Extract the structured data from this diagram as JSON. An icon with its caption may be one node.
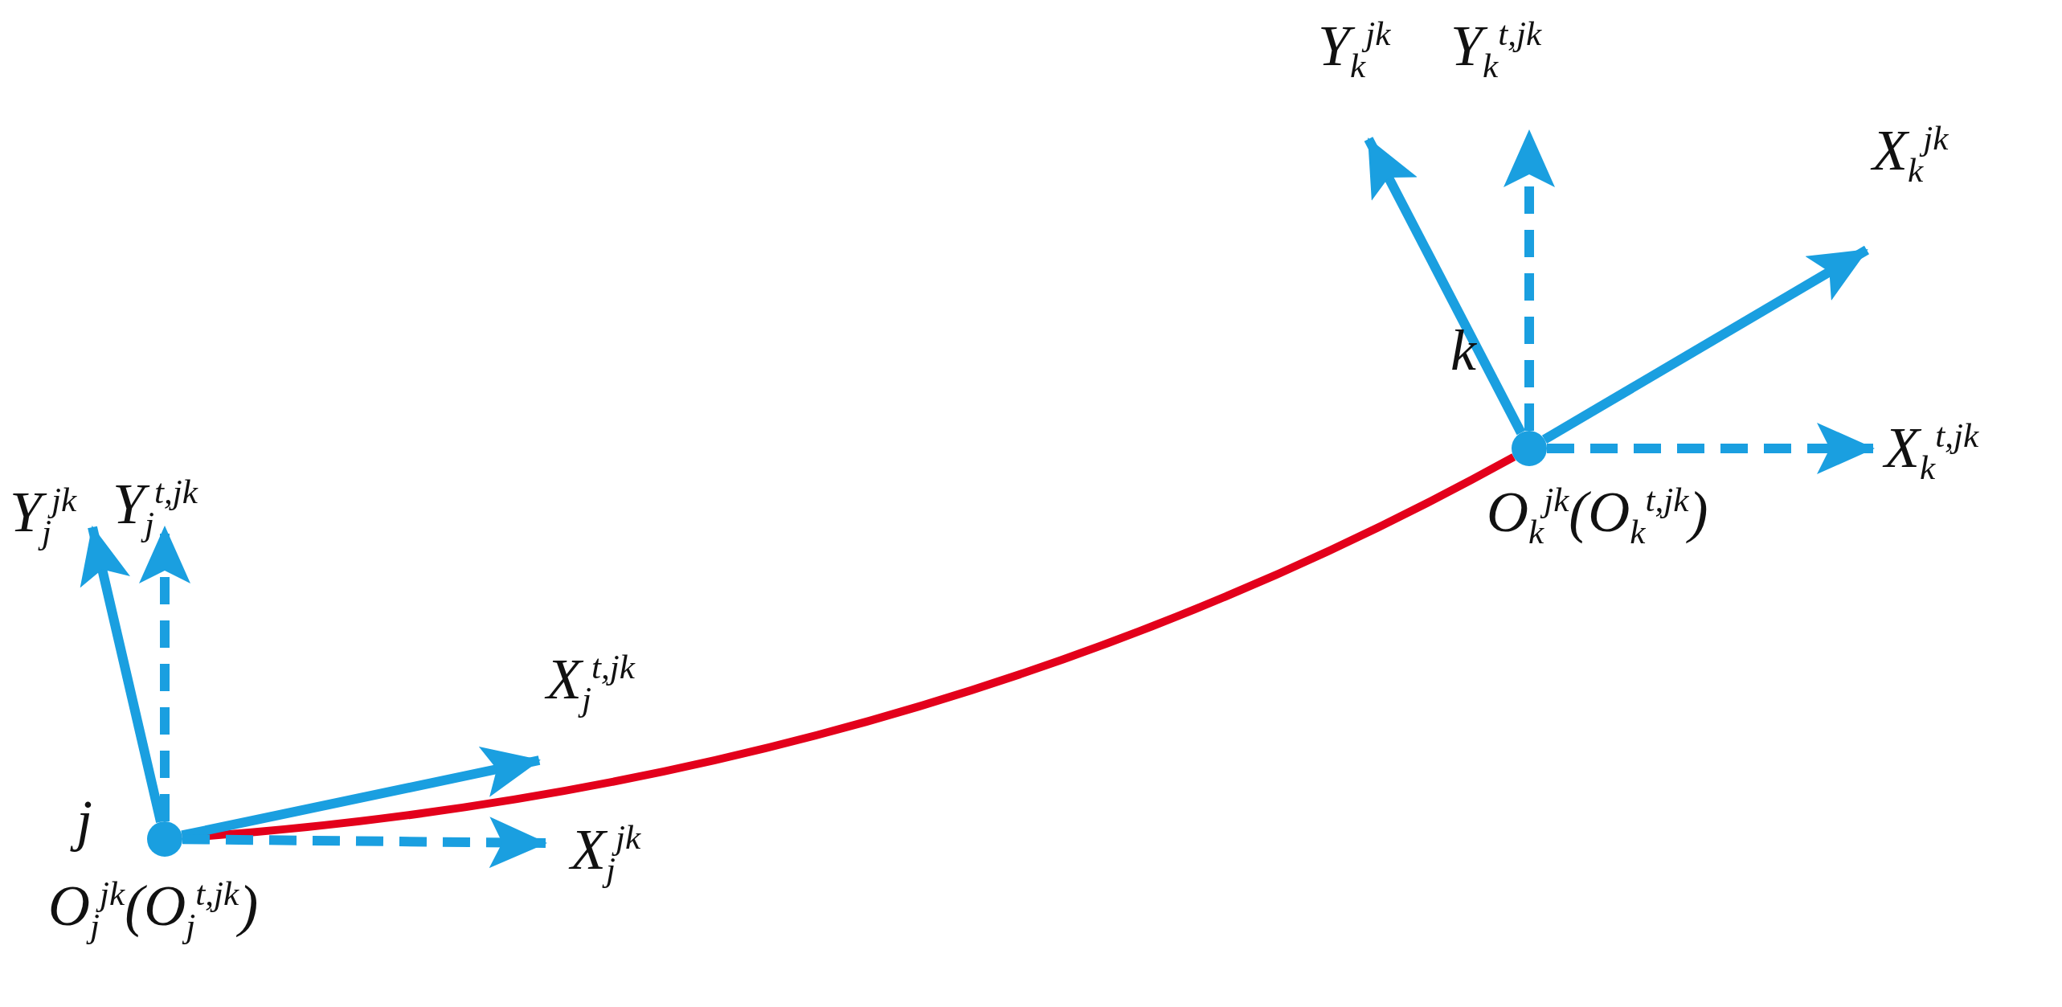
{
  "diagram": {
    "nodes": [
      {
        "text": [],
        "shape": "circle",
        "beside": [
          "j",
          "O$_{j}$$^{jk}$(O$_{j}$$^{t,jk}$)"
        ]
      },
      {
        "text": [],
        "shape": "circle",
        "beside": [
          "k",
          "O$_{k}$$^{jk}$(O$_{k}$$^{t,jk}$)"
        ]
      }
    ],
    "edges": [
      {
        "from": 0,
        "to": 1,
        "arrow": "none",
        "color": "#e3001b"
      }
    ],
    "labels": [
      "Y$_{k}$$^{jk}$",
      "Y$_{k}$$^{t,jk}$",
      "X$_{k}$$^{jk}$",
      "X$_{k}$$^{t,jk}$",
      "Y$_{j}$$^{jk}$",
      "Y$_{j}$$^{t,jk}$",
      "X$_{j}$$^{t,jk}$",
      "X$_{j}$$^{jk}$"
    ]
  }
}
